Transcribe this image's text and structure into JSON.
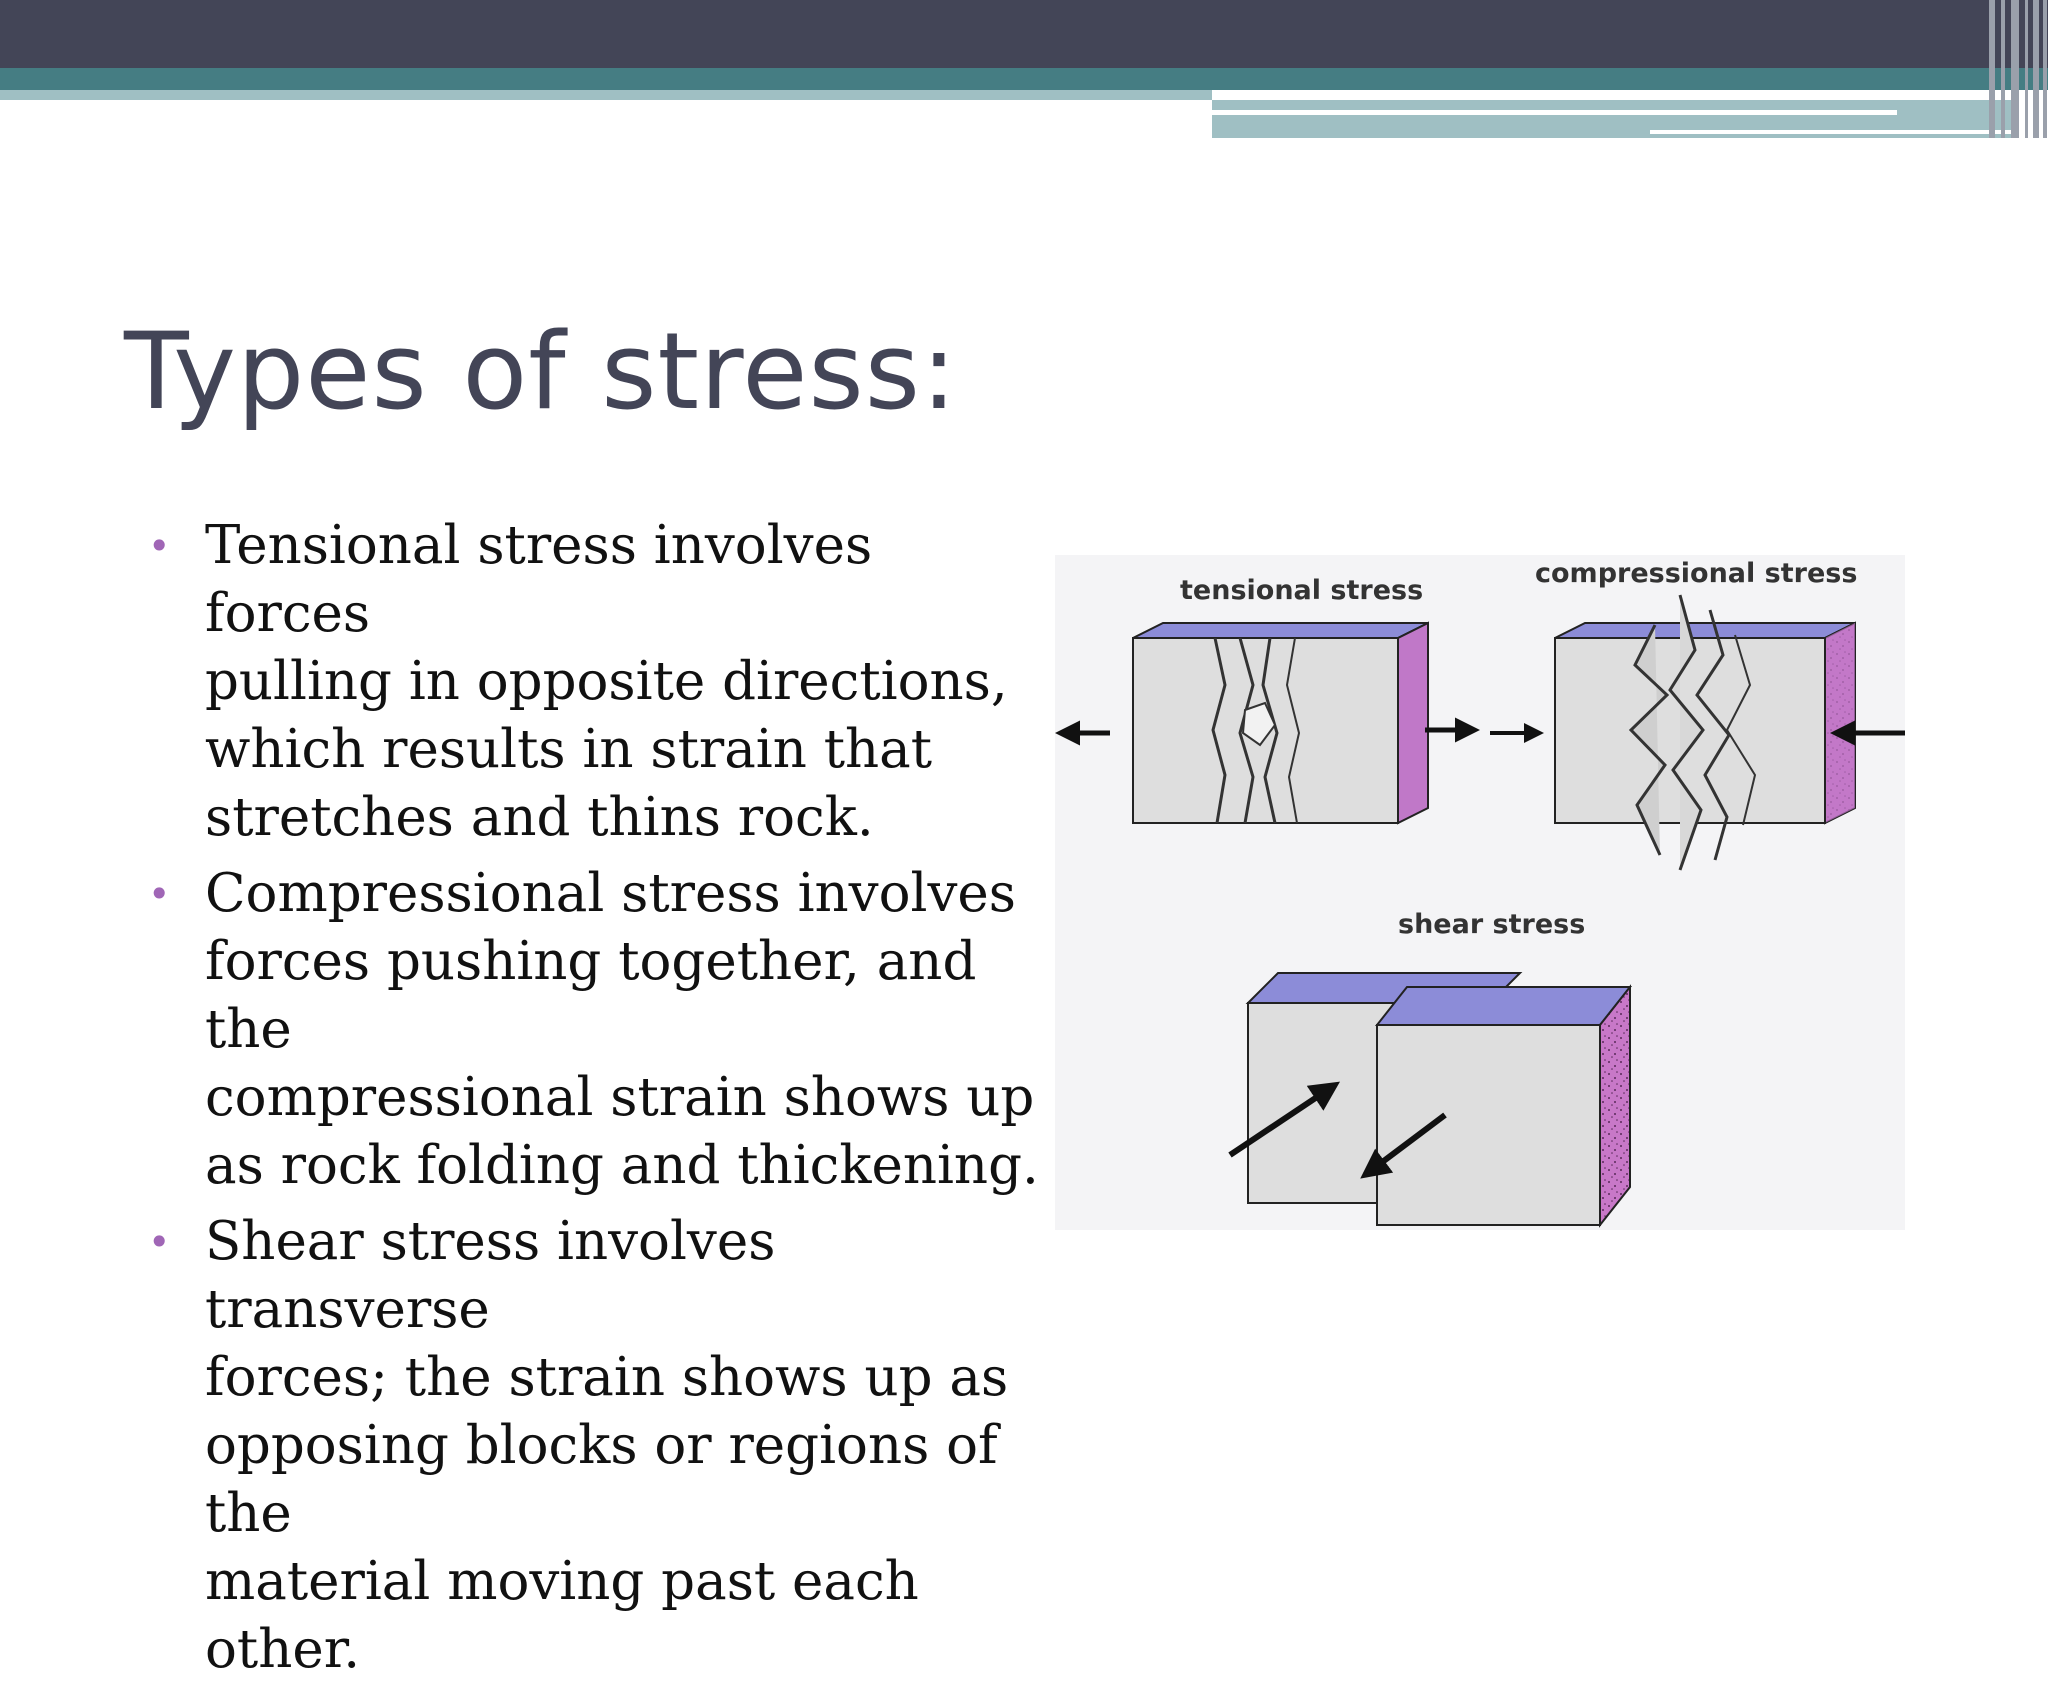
{
  "slide": {
    "title": "Types of stress:",
    "bullets": [
      {
        "line1": "Tensional stress involves forces",
        "line2": "pulling in opposite directions,",
        "line3": "which results in strain that",
        "line4": "stretches and thins rock."
      },
      {
        "line1": "Compressional stress involves",
        "line2": "forces pushing together, and the",
        "line3": "compressional strain shows up",
        "line4": "as rock folding and thickening."
      },
      {
        "line1": "Shear stress involves transverse",
        "line2": "forces; the strain shows up as",
        "line3": "opposing blocks or regions of the",
        "line4": "material moving past each other."
      }
    ]
  },
  "diagram": {
    "labels": {
      "tensional": "tensional stress",
      "compressional": "compressional stress",
      "shear": "shear stress"
    }
  },
  "colors": {
    "header_dark": "#434557",
    "header_teal": "#457d83",
    "header_light": "#9fbfc3",
    "title": "#434557",
    "bullet": "#a066b6",
    "block_top": "#8c8cd8",
    "block_side": "#c078c8",
    "block_face": "#dedede"
  }
}
